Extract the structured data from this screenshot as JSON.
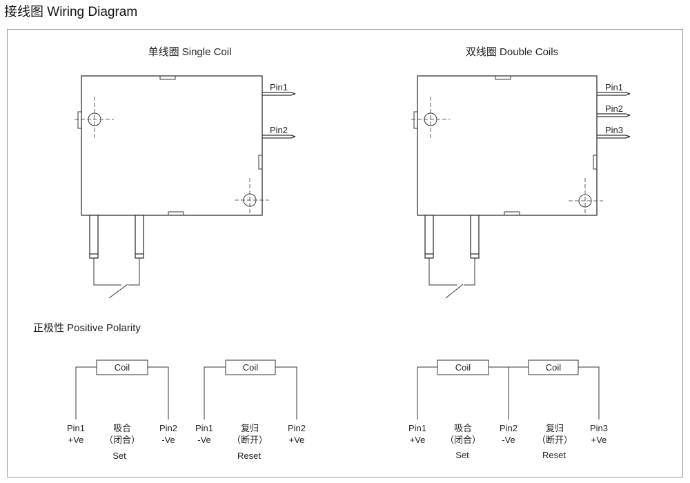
{
  "page": {
    "title": "接线图 Wiring Diagram"
  },
  "single": {
    "title": "单线圈 Single Coil",
    "pins": [
      "Pin1",
      "Pin2"
    ],
    "set": {
      "coil": "Coil",
      "left_pin": "Pin1",
      "left_sign": "+Ve",
      "right_pin": "Pin2",
      "right_sign": "-Ve",
      "mid_cn1": "吸合",
      "mid_cn2": "（闭合）",
      "mid_en": "Set"
    },
    "reset": {
      "coil": "Coil",
      "left_pin": "Pin1",
      "left_sign": "-Ve",
      "right_pin": "Pin2",
      "right_sign": "+Ve",
      "mid_cn1": "复归",
      "mid_cn2": "（断开）",
      "mid_en": "Reset"
    }
  },
  "double": {
    "title": "双线圈 Double Coils",
    "pins": [
      "Pin1",
      "Pin2",
      "Pin3"
    ],
    "coil1": "Coil",
    "coil2": "Coil",
    "p1": "Pin1",
    "p1_sign": "+Ve",
    "p2": "Pin2",
    "p2_sign": "-Ve",
    "p3": "Pin3",
    "p3_sign": "+Ve",
    "set_cn1": "吸合",
    "set_cn2": "（闭合）",
    "set_en": "Set",
    "reset_cn1": "复归",
    "reset_cn2": "（断开）",
    "reset_en": "Reset"
  },
  "polarity": {
    "label": "正极性 Positive Polarity"
  }
}
